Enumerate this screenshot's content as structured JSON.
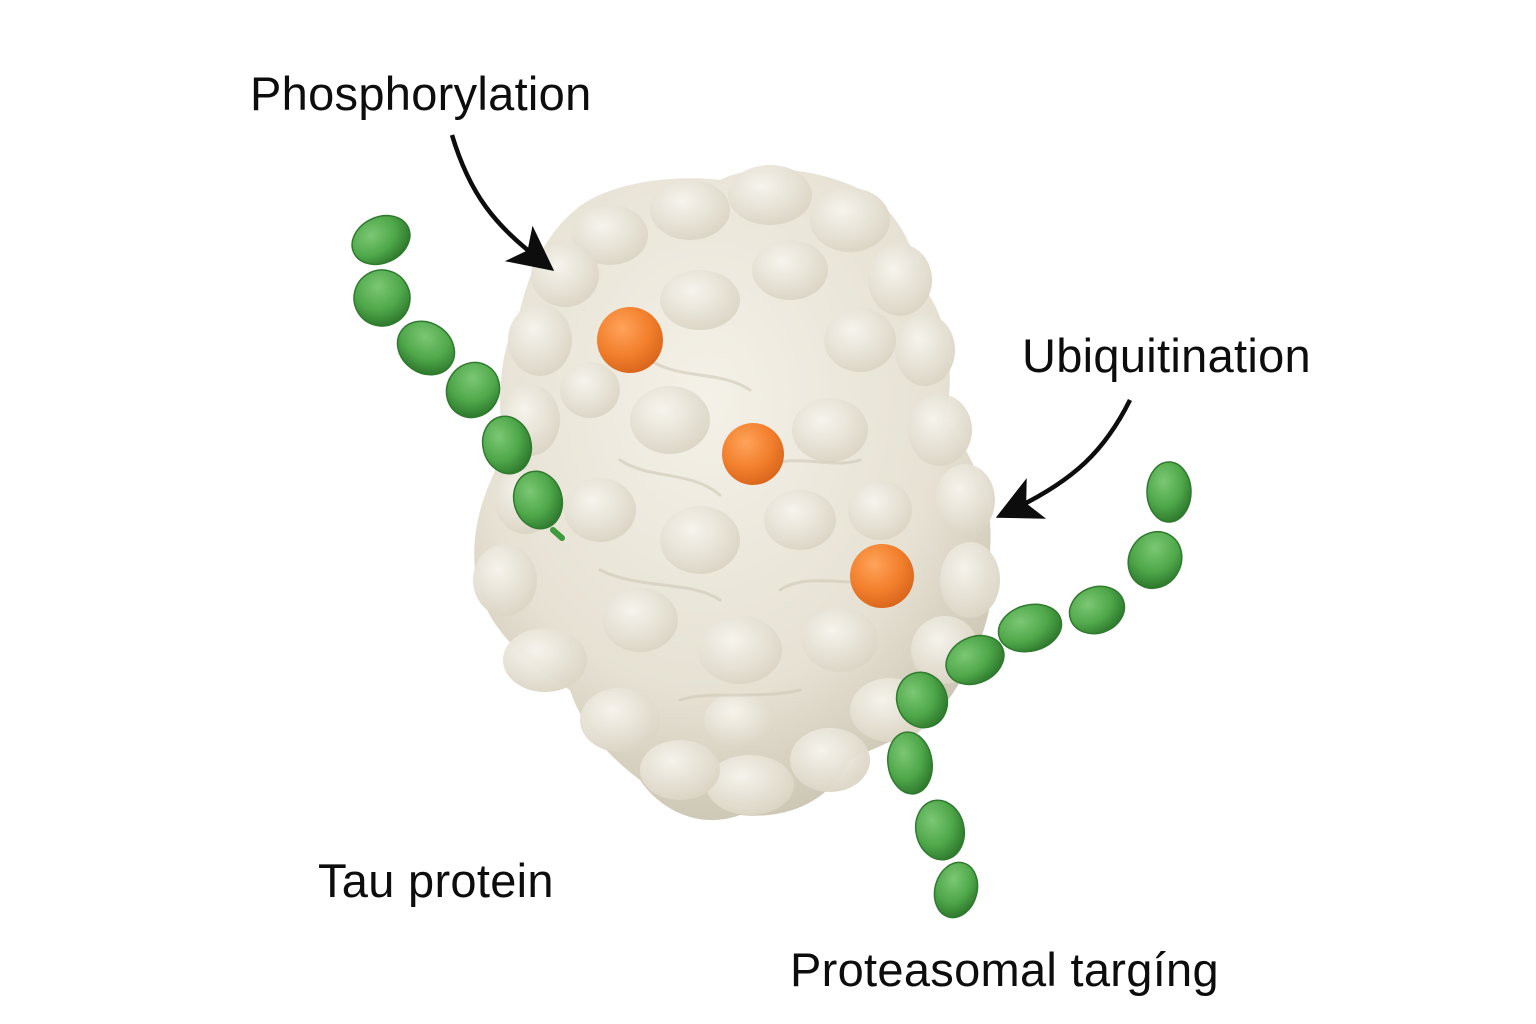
{
  "diagram": {
    "labels": {
      "phosphorylation": "Phosphorylation",
      "ubiquitination": "Ubiquitination",
      "tau_protein": "Tau protein",
      "proteasomal_targeting": "Proteasomal targíng"
    },
    "colors": {
      "background": "#ffffff",
      "protein_surface": "#e8e4d8",
      "protein_shadow": "#c9c3b2",
      "phosphate_group": "#f0802e",
      "ubiquitin_chain": "#4fa84a",
      "ubiquitin_dark": "#2f7a2e",
      "arrow": "#0d0d0d",
      "text": "#0d0d0d"
    },
    "elements": {
      "protein": "tau-protein-globule",
      "phosphate_count": 3,
      "ubiquitin_chains": 2
    }
  }
}
